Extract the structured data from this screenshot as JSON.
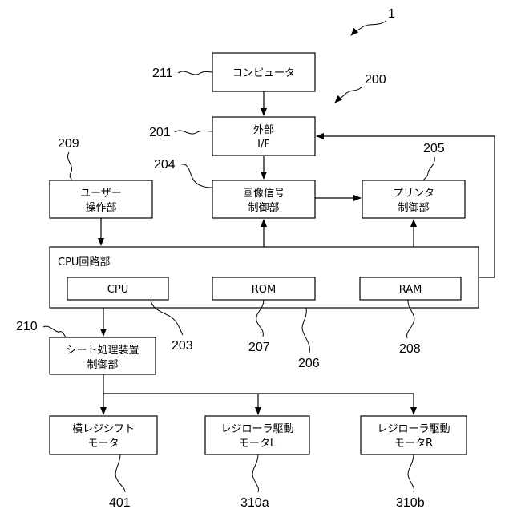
{
  "figure_number": "1",
  "refs": {
    "r200": "200",
    "r211": "211",
    "r201": "201",
    "r209": "209",
    "r204": "204",
    "r205": "205",
    "r210": "210",
    "r203": "203",
    "r207": "207",
    "r206": "206",
    "r208": "208",
    "r401": "401",
    "r310a": "310a",
    "r310b": "310b"
  },
  "boxes": {
    "computer": [
      "コンピュータ"
    ],
    "external_if": [
      "外部",
      "I/F"
    ],
    "user_ops": [
      "ユーザー",
      "操作部"
    ],
    "image_ctrl": [
      "画像信号",
      "制御部"
    ],
    "printer_ctrl": [
      "プリンタ",
      "制御部"
    ],
    "cpu_circuit": "CPU回路部",
    "cpu": "CPU",
    "rom": "ROM",
    "ram": "RAM",
    "sheet_ctrl": [
      "シート処理装置",
      "制御部"
    ],
    "lateral_motor": [
      "横レジシフト",
      "モータ"
    ],
    "reg_motor_l": [
      "レジローラ駆動",
      "モータL"
    ],
    "reg_motor_r": [
      "レジローラ駆動",
      "モータR"
    ]
  },
  "colors": {
    "line": "#000000",
    "bg": "#ffffff"
  }
}
